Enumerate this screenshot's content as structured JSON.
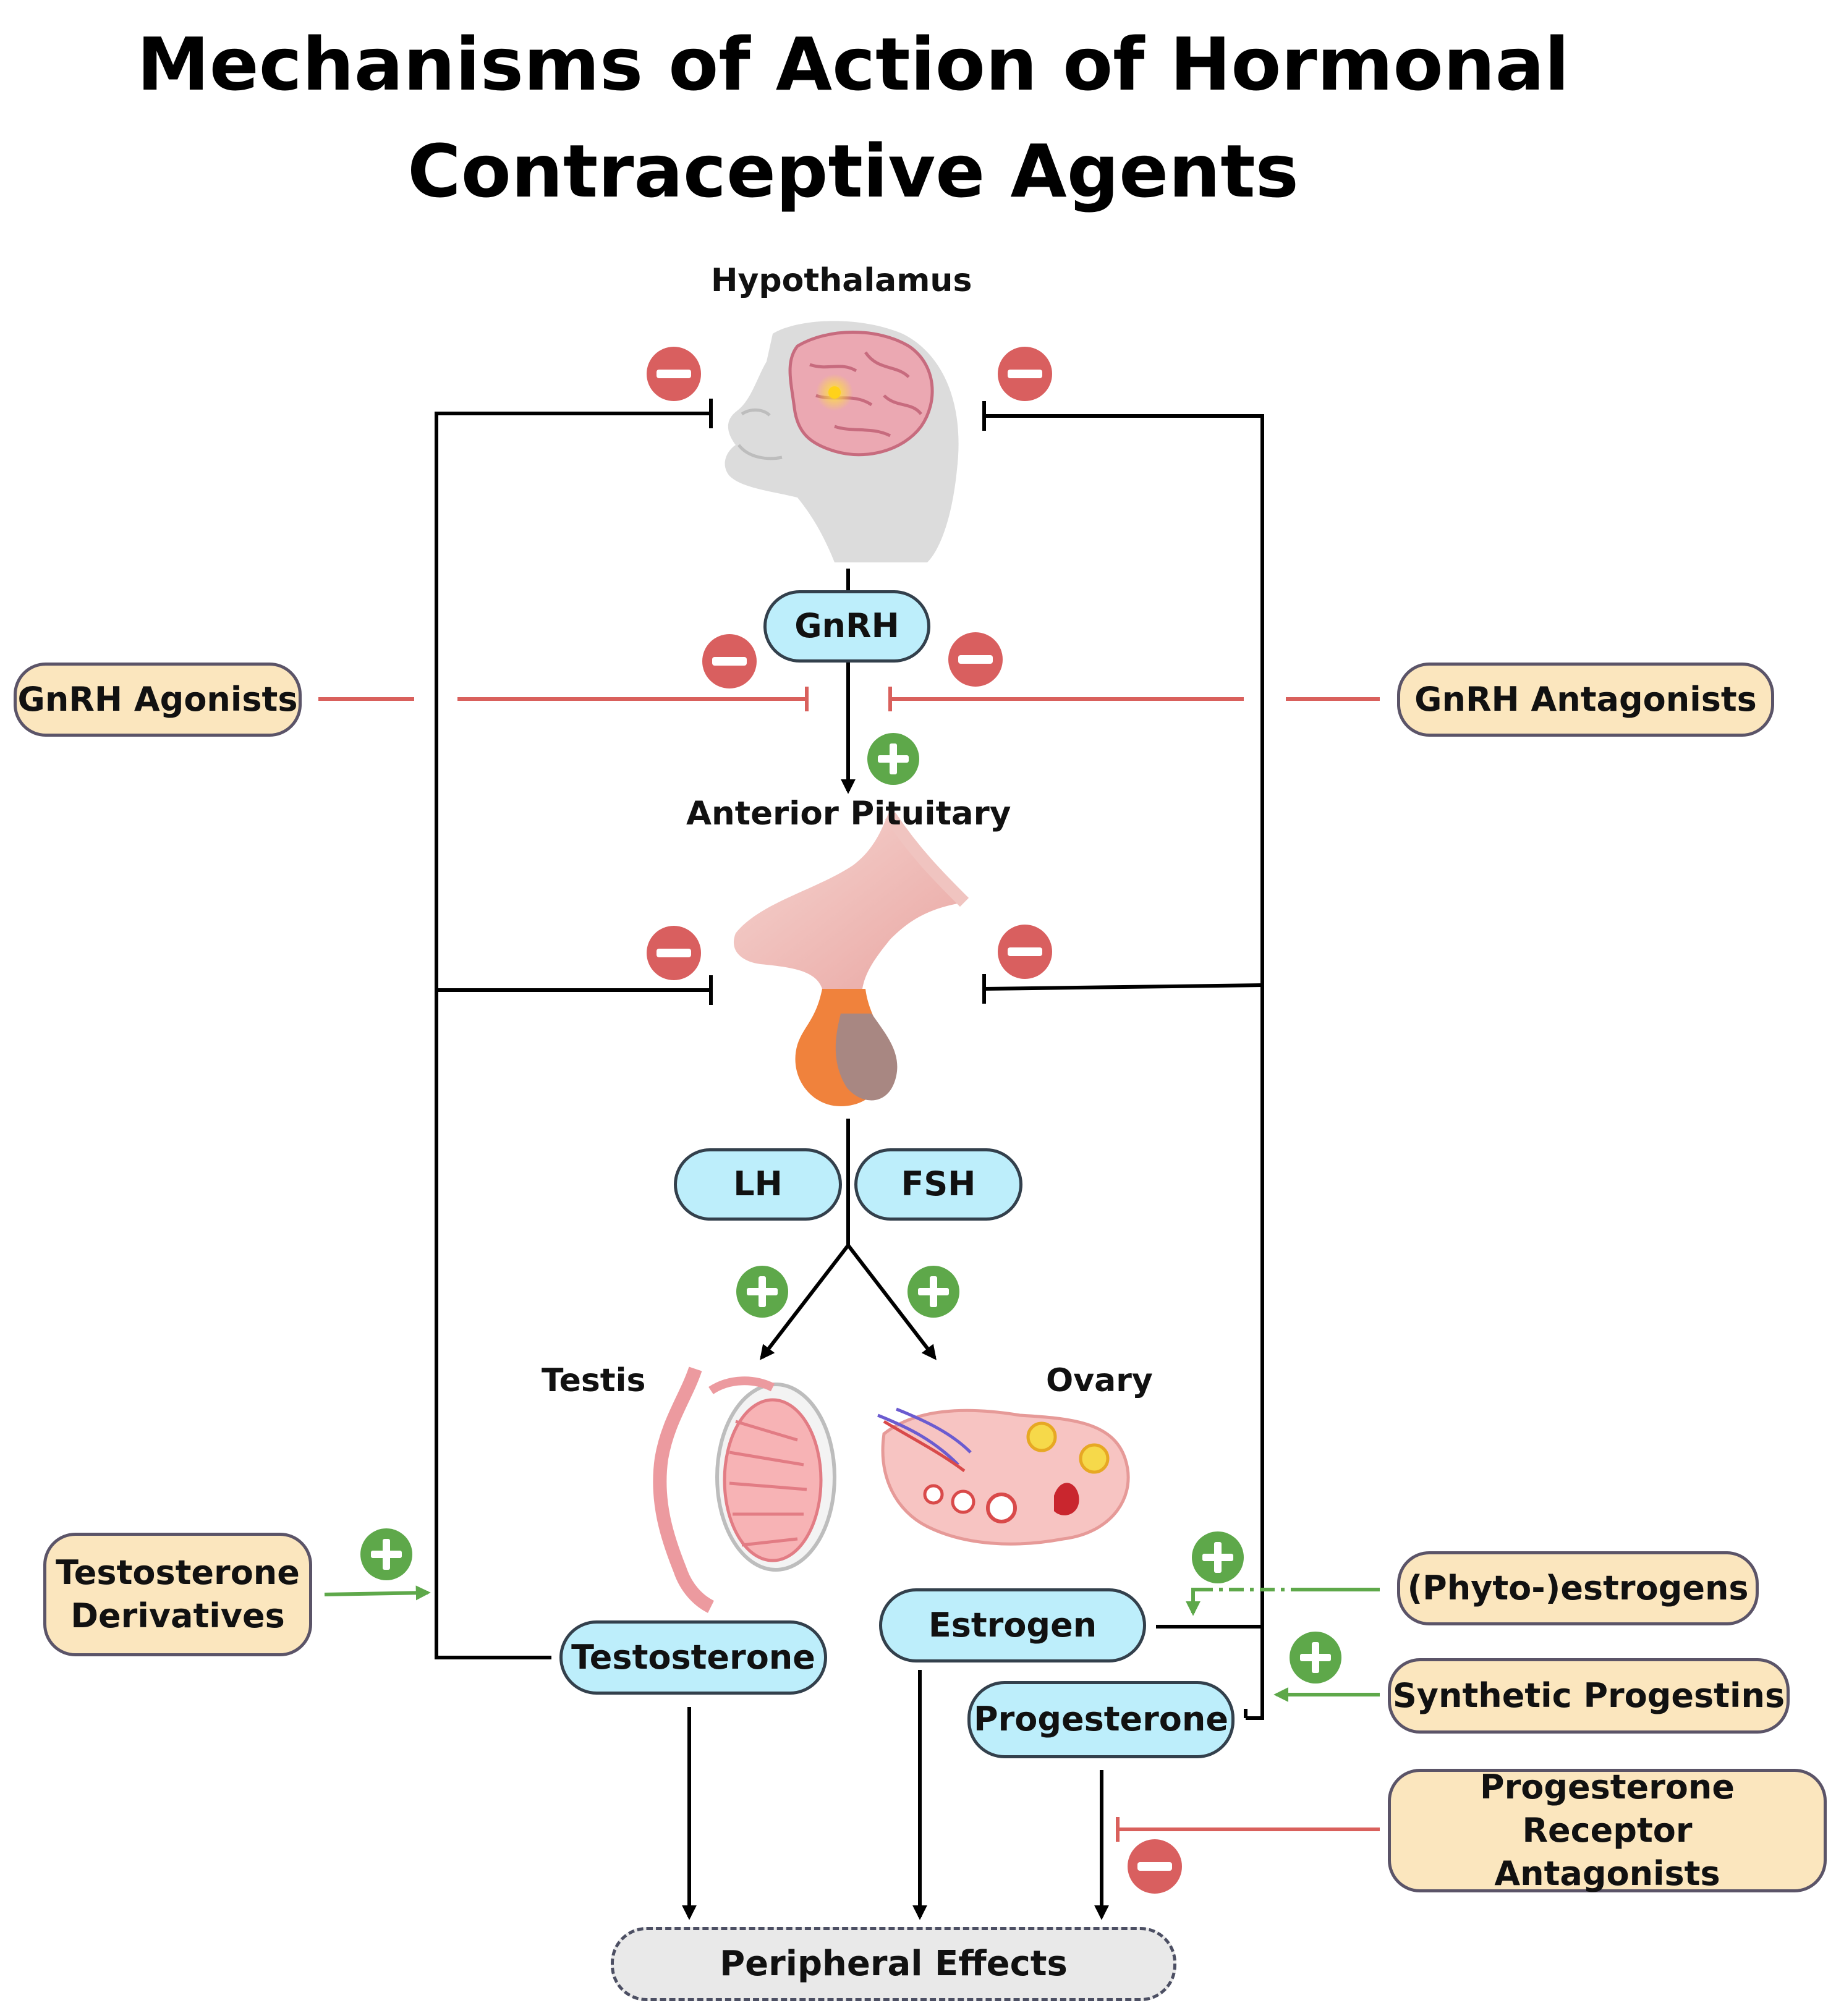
{
  "title": {
    "line1": "Mechanisms of Action of Hormonal",
    "line2": "Contraceptive Agents"
  },
  "organs": {
    "hypothalamus": "Hypothalamus",
    "anterior_pituitary": "Anterior Pituitary",
    "testis": "Testis",
    "ovary": "Ovary"
  },
  "hormones": {
    "gnrh": "GnRH",
    "lh": "LH",
    "fsh": "FSH",
    "testosterone": "Testosterone",
    "estrogen": "Estrogen",
    "progesterone": "Progesterone"
  },
  "drugs": {
    "gnrh_agonists": "GnRH Agonists",
    "gnrh_antagonists": "GnRH Antagonists",
    "testosterone_derivatives_l1": "Testosterone",
    "testosterone_derivatives_l2": "Derivatives",
    "phytoestrogens": "(Phyto-)estrogens",
    "synthetic_progestins": "Synthetic Progestins",
    "pr_antagonists_l1": "Progesterone Receptor",
    "pr_antagonists_l2": "Antagonists"
  },
  "peripheral_effects": "Peripheral Effects",
  "colors": {
    "inhibit_badge": "#d95f5f",
    "stimulate_badge": "#5ea84a",
    "inhibit_line": "#d9605c",
    "stimulate_line": "#5ea84a",
    "axis_line": "#000000",
    "hormone_fill": "#bdeefb",
    "drug_fill": "#fbe6be"
  },
  "icons": {
    "minus": "minus-badge-icon",
    "plus": "plus-badge-icon"
  }
}
